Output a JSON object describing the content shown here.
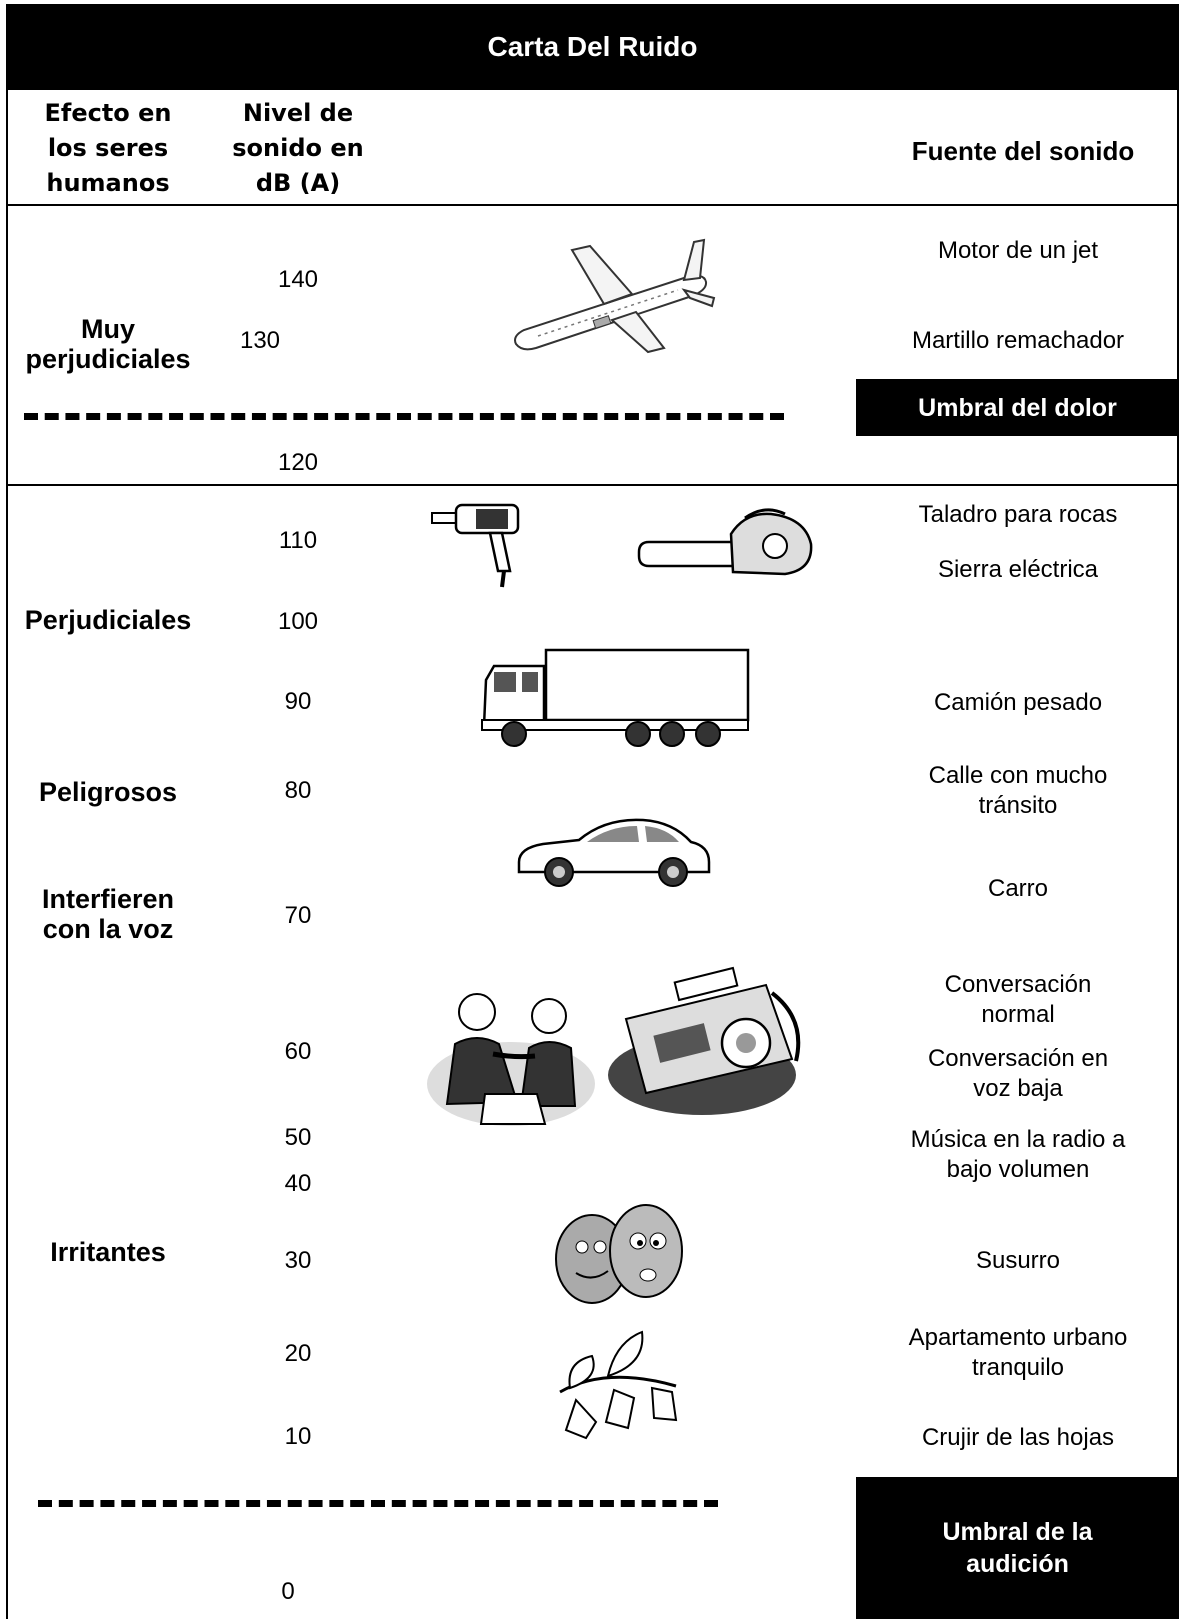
{
  "title": "Carta Del Ruido",
  "headers": {
    "effect": [
      "Efecto en",
      "los seres",
      "humanos"
    ],
    "level": [
      "Nivel de",
      "sonido en",
      "dB (A)"
    ],
    "source": "Fuente del sonido"
  },
  "effects": {
    "very_harmful": [
      "Muy",
      "perjudiciales"
    ],
    "harmful": "Perjudiciales",
    "dangerous": "Peligrosos",
    "voice": [
      "Interfieren",
      "con la voz"
    ],
    "irritating": "Irritantes"
  },
  "levels": [
    "140",
    "130",
    "120",
    "110",
    "100",
    "90",
    "80",
    "70",
    "60",
    "50",
    "40",
    "30",
    "20",
    "10",
    "0"
  ],
  "sources": {
    "jet": "Motor de un jet",
    "riveter": "Martillo remachador",
    "pain_threshold": "Umbral del dolor",
    "rock_drill": "Taladro para rocas",
    "chainsaw": "Sierra eléctrica",
    "truck": "Camión pesado",
    "traffic": [
      "Calle con mucho",
      "tránsito"
    ],
    "car": "Carro",
    "normal_conv": [
      "Conversación",
      "normal"
    ],
    "low_conv": [
      "Conversación en",
      "voz baja"
    ],
    "radio": [
      "Música en la radio a",
      "bajo volumen"
    ],
    "whisper": "Susurro",
    "apartment": [
      "Apartamento urbano",
      "tranquilo"
    ],
    "leaves": "Crujir de las hojas",
    "hearing_threshold": [
      "Umbral de la",
      "audición"
    ]
  },
  "icons": [
    "airplane-icon",
    "drill-icon",
    "chainsaw-icon",
    "truck-icon",
    "car-icon",
    "businessmen-icon",
    "radio-icon",
    "whispering-faces-icon",
    "leaves-icon"
  ]
}
